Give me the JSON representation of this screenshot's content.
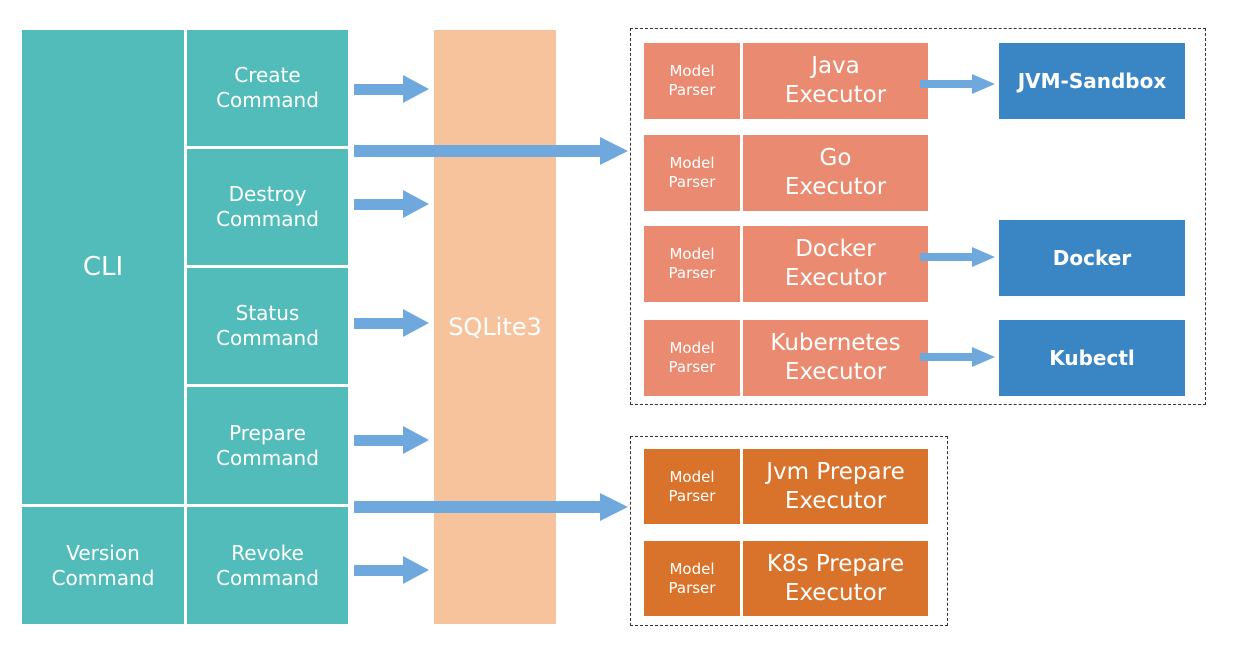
{
  "cli": {
    "label": "CLI"
  },
  "commands": {
    "create": [
      "Create",
      "Command"
    ],
    "destroy": [
      "Destroy",
      "Command"
    ],
    "status": [
      "Status",
      "Command"
    ],
    "prepare": [
      "Prepare",
      "Command"
    ],
    "revoke": [
      "Revoke",
      "Command"
    ],
    "version": [
      "Version",
      "Command"
    ]
  },
  "storage": {
    "label": "SQLite3"
  },
  "model_parser": [
    "Model",
    "Parser"
  ],
  "executors": {
    "java": [
      "Java",
      "Executor"
    ],
    "go": [
      "Go",
      "Executor"
    ],
    "docker": [
      "Docker",
      "Executor"
    ],
    "kubernetes": [
      "Kubernetes",
      "Executor"
    ],
    "jvm_prepare": [
      "Jvm Prepare",
      "Executor"
    ],
    "k8s_prepare": [
      "K8s Prepare",
      "Executor"
    ]
  },
  "targets": {
    "jvm_sandbox": "JVM-Sandbox",
    "docker": "Docker",
    "kubectl": "Kubectl"
  },
  "colors": {
    "teal": "#52bcba",
    "salmon": "#ea8a70",
    "orange": "#d9722b",
    "blue": "#3a86c4",
    "peach": "#f7c39d",
    "arrow": "#6fa8dc"
  }
}
